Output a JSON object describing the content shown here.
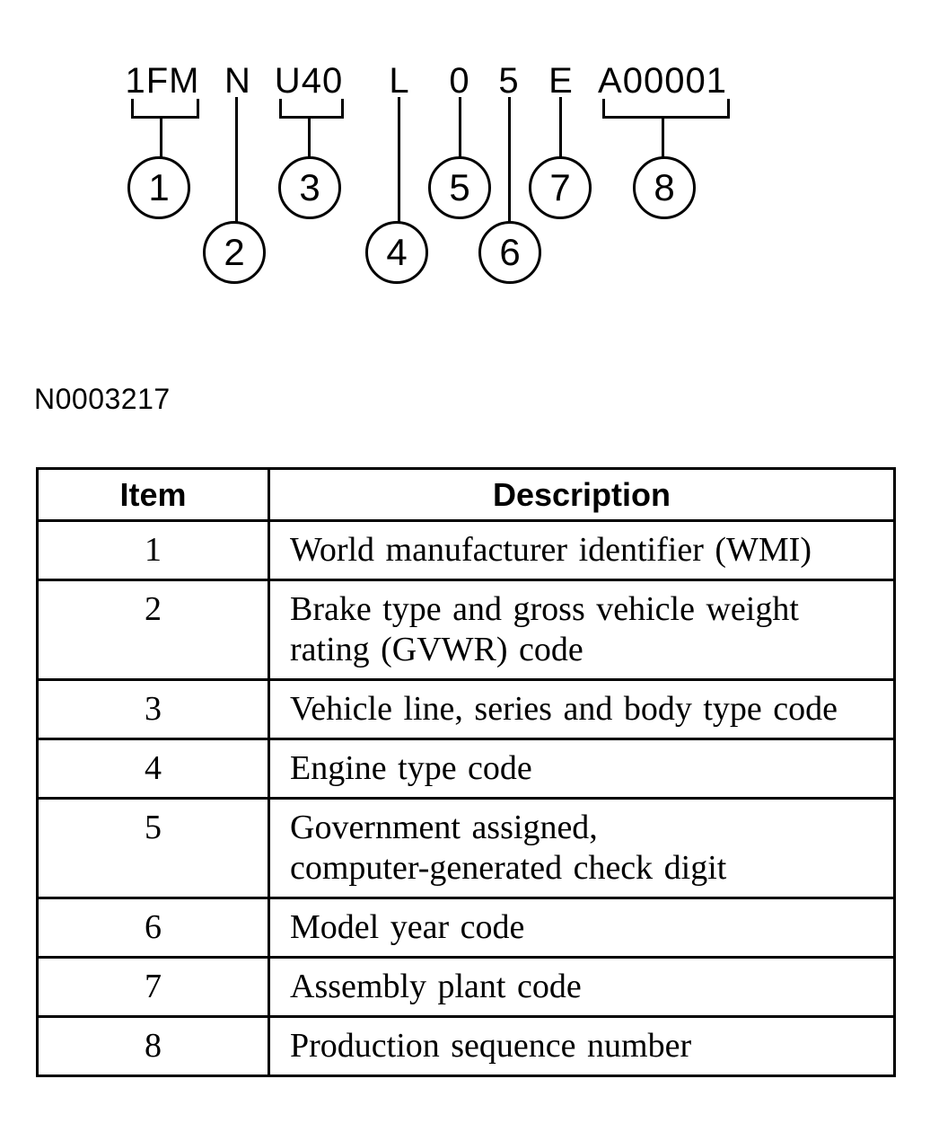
{
  "figure": {
    "label": "N0003217",
    "vin_segments": [
      {
        "code": "1FM",
        "callout": "1"
      },
      {
        "code": "N",
        "callout": "2"
      },
      {
        "code": "U40",
        "callout": "3"
      },
      {
        "code": "L",
        "callout": "4"
      },
      {
        "code": "0",
        "callout": "5"
      },
      {
        "code": "5",
        "callout": "6"
      },
      {
        "code": "E",
        "callout": "7"
      },
      {
        "code": "A00001",
        "callout": "8"
      }
    ]
  },
  "table": {
    "header": {
      "item": "Item",
      "description": "Description"
    },
    "rows": [
      {
        "item": "1",
        "description": "World manufacturer identifier (WMI)"
      },
      {
        "item": "2",
        "description": "Brake type and gross vehicle weight\nrating (GVWR) code"
      },
      {
        "item": "3",
        "description": "Vehicle line, series and body type code"
      },
      {
        "item": "4",
        "description": "Engine type code"
      },
      {
        "item": "5",
        "description": "Government assigned,\ncomputer-generated check digit"
      },
      {
        "item": "6",
        "description": "Model year code"
      },
      {
        "item": "7",
        "description": "Assembly plant code"
      },
      {
        "item": "8",
        "description": "Production sequence number"
      }
    ]
  },
  "colors": {
    "ink": "#000000",
    "background": "#ffffff"
  }
}
